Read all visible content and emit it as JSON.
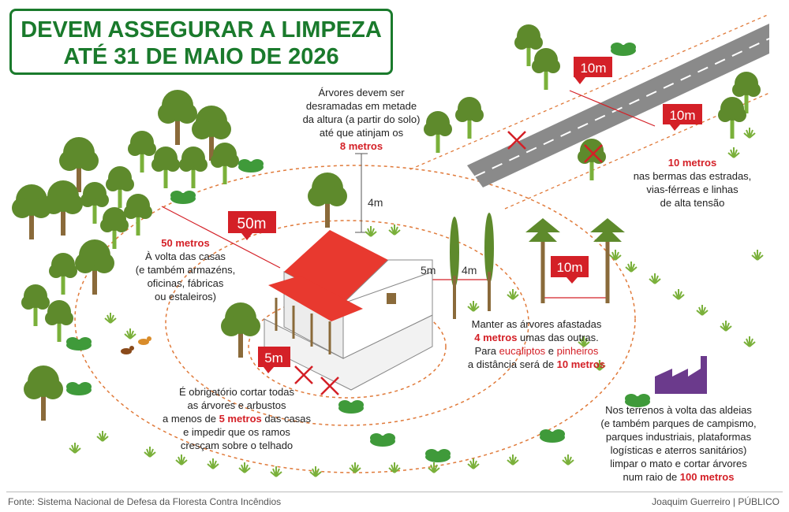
{
  "title": {
    "line1": "DEVEM ASSEGURAR A LIMPEZA",
    "line2": "ATÉ 31 DE MAIO DE 2026"
  },
  "colors": {
    "green_dark": "#1a7a2c",
    "tree_green": "#5e8a2c",
    "red": "#d42027",
    "orange_dash": "#e07a3a",
    "factory_purple": "#6b3a8c",
    "road_gray": "#8a8a8a"
  },
  "markers": {
    "m50": "50m",
    "m5": "5m",
    "m10_top": "10m",
    "m10_right": "10m",
    "m10_mid": "10m",
    "dist_5m": "5m",
    "dist_4m_a": "4m",
    "dist_4m_b": "4m"
  },
  "blocks": {
    "pruning": {
      "l1": "Árvores devem ser",
      "l2": "desramadas em metade",
      "l3": "da altura (a partir do solo)",
      "l4": "até que atinjam os",
      "l5": "8 metros"
    },
    "roads": {
      "l1": "10 metros",
      "l2": "nas bermas das estradas,",
      "l3": "vias-férreas e linhas",
      "l4": "de alta tensão"
    },
    "houses": {
      "l1": "50 metros",
      "l2": "À volta das casas",
      "l3": "(e também armazéns,",
      "l4": "oficinas, fábricas",
      "l5": "ou estaleiros)"
    },
    "spacing": {
      "l1": "Manter as árvores afastadas",
      "l2": "4 metros",
      "l2b": " umas das outras.",
      "l3a": "Para ",
      "l3b": "eucaliptos",
      "l3c": " e ",
      "l3d": "pinheiros",
      "l4a": "a distância será de ",
      "l4b": "10 metros"
    },
    "cutting": {
      "l1": "É obrigatório cortar todas",
      "l2": "as árvores e arbustos",
      "l3a": "a menos de ",
      "l3b": "5 metros",
      "l3c": " das casas",
      "l4": "e impedir que os ramos",
      "l5": "cresçam sobre o telhado"
    },
    "villages": {
      "l1": "Nos terrenos à volta das aldeias",
      "l2": "(e também parques de campismo,",
      "l3": "parques industriais, plataformas",
      "l4": "logísticas e aterros sanitários)",
      "l5": "limpar o mato e cortar árvores",
      "l6a": "num raio de ",
      "l6b": "100 metros"
    }
  },
  "footer": {
    "source": "Fonte: Sistema Nacional de Defesa da Floresta Contra Incêndios",
    "credit": "Joaquim Guerreiro | PÚBLICO"
  }
}
